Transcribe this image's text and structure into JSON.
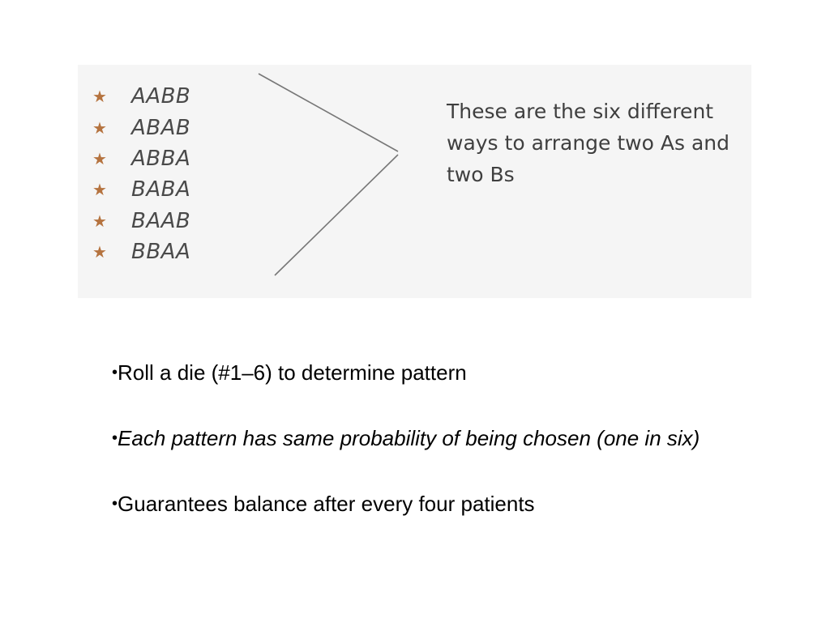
{
  "figure": {
    "patterns": [
      "AABB",
      "ABAB",
      "ABBA",
      "BABA",
      "BAAB",
      "BBAA"
    ],
    "marker_icon": "star-icon",
    "marker_color": "#b5733f",
    "note": "These are the six different ways to arrange two As and two Bs"
  },
  "bullets": [
    {
      "marker": "•",
      "text": "Roll a die (#1–6) to determine pattern",
      "italic": false
    },
    {
      "marker": "•",
      "text": "Each pattern has same probability of being chosen (one in six)",
      "italic": true
    },
    {
      "marker": "•",
      "text": "Guarantees balance after every four patients",
      "italic": false
    }
  ]
}
